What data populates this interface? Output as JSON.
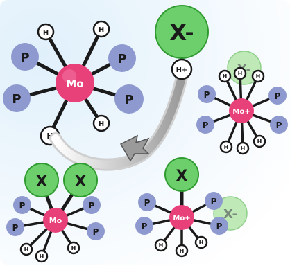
{
  "labels": {
    "metal": "Mo",
    "metal_cation": "Mo+",
    "hydride": "H",
    "proton": "H+",
    "phosphine": "P",
    "anion": "X",
    "anion_free": "X-"
  },
  "colors": {
    "background_start": "#e0f0fb",
    "background_end": "#ffffff",
    "metal": "#e8417a",
    "metal_highlight": "#f37aa3",
    "phosphine": "#8d99cf",
    "phosphine_dark": "#6d78b4",
    "anion": "#6ccf6c",
    "anion_border": "#2f9a2f",
    "anion_faded": "#bfeab8",
    "hydrogen": "#ffffff",
    "outline": "#1a1a1a",
    "arrow": "#b8b8b8"
  },
  "icons": {
    "arrow": "curved-arrow-icon"
  }
}
